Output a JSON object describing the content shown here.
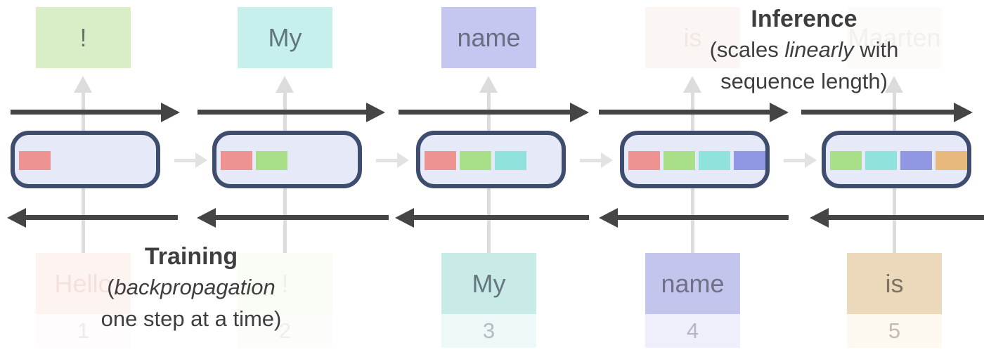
{
  "annotations": {
    "inference": {
      "title": "Inference",
      "line2_prefix": "(scales ",
      "line2_italic": "linearly",
      "line2_suffix": " with",
      "line3": "sequence length)"
    },
    "training": {
      "title": "Training",
      "line2_prefix": "(",
      "line2_italic": "backpropagation",
      "line2_suffix": "",
      "line3": "one step at a time)"
    }
  },
  "palette": {
    "dark_arrow": "#454545",
    "light_arrow": "#dcdcdc",
    "state_arrow": "#e2e2e2",
    "rnn_border": "#3e4c6e",
    "rnn_fill": "#e5e9f8",
    "token_cell_colors": {
      "Hello": "#ef9292",
      "!": "#a9df87",
      "My": "#90e2dc",
      "name": "#9297e3",
      "is": "#e8b97c"
    }
  },
  "columns": [
    {
      "top": {
        "label": "!",
        "bg": "#d9eec6",
        "color": "#6b7468",
        "faded": false
      },
      "bottom": {
        "label": "Hello",
        "bg": "#fdf4f2",
        "color": "#f4e1dd",
        "faded": true,
        "number": "1",
        "number_bg": "#fefcfc",
        "number_color": "#efeae8"
      },
      "cells": [
        {
          "token": "Hello",
          "color": "#ef9292"
        }
      ]
    },
    {
      "top": {
        "label": "My",
        "bg": "#c7efec",
        "color": "#5f777d",
        "faded": false
      },
      "bottom": {
        "label": "!",
        "bg": "#f9fcf5",
        "color": "#ebf2e3",
        "faded": true,
        "number": "2",
        "number_bg": "#fcfdfa",
        "number_color": "#edf0ea"
      },
      "cells": [
        {
          "token": "Hello",
          "color": "#ef9292"
        },
        {
          "token": "!",
          "color": "#a9df87"
        }
      ]
    },
    {
      "top": {
        "label": "name",
        "bg": "#c5c7f0",
        "color": "#696d84",
        "faded": false
      },
      "bottom": {
        "label": "My",
        "bg": "#c9ebe8",
        "color": "#65787c",
        "faded": false,
        "number": "3",
        "number_bg": "#edf9f8",
        "number_color": "#b3bcc1"
      },
      "cells": [
        {
          "token": "Hello",
          "color": "#ef9292"
        },
        {
          "token": "!",
          "color": "#a9df87"
        },
        {
          "token": "My",
          "color": "#90e2dc"
        }
      ]
    },
    {
      "top": {
        "label": "is",
        "bg": "#fbf6f3",
        "color": "#efe8e3",
        "faded": true
      },
      "bottom": {
        "label": "name",
        "bg": "#c3c5ec",
        "color": "#6e7188",
        "faded": false,
        "number": "4",
        "number_bg": "#efeffb",
        "number_color": "#b4b6c8"
      },
      "cells": [
        {
          "token": "Hello",
          "color": "#ef9292"
        },
        {
          "token": "!",
          "color": "#a9df87"
        },
        {
          "token": "My",
          "color": "#90e2dc"
        },
        {
          "token": "name",
          "color": "#9297e3"
        }
      ]
    },
    {
      "top": {
        "label": "Maarten",
        "bg": "#fcfbfa",
        "color": "#f2efec",
        "faded": true
      },
      "bottom": {
        "label": "is",
        "bg": "#ecd9bc",
        "color": "#7d7365",
        "faded": false,
        "number": "5",
        "number_bg": "#fdf8f0",
        "number_color": "#c2bbb0"
      },
      "cells": [
        {
          "token": "!",
          "color": "#a9df87"
        },
        {
          "token": "My",
          "color": "#90e2dc"
        },
        {
          "token": "name",
          "color": "#9297e3"
        },
        {
          "token": "is",
          "color": "#e8b97c"
        }
      ]
    }
  ]
}
